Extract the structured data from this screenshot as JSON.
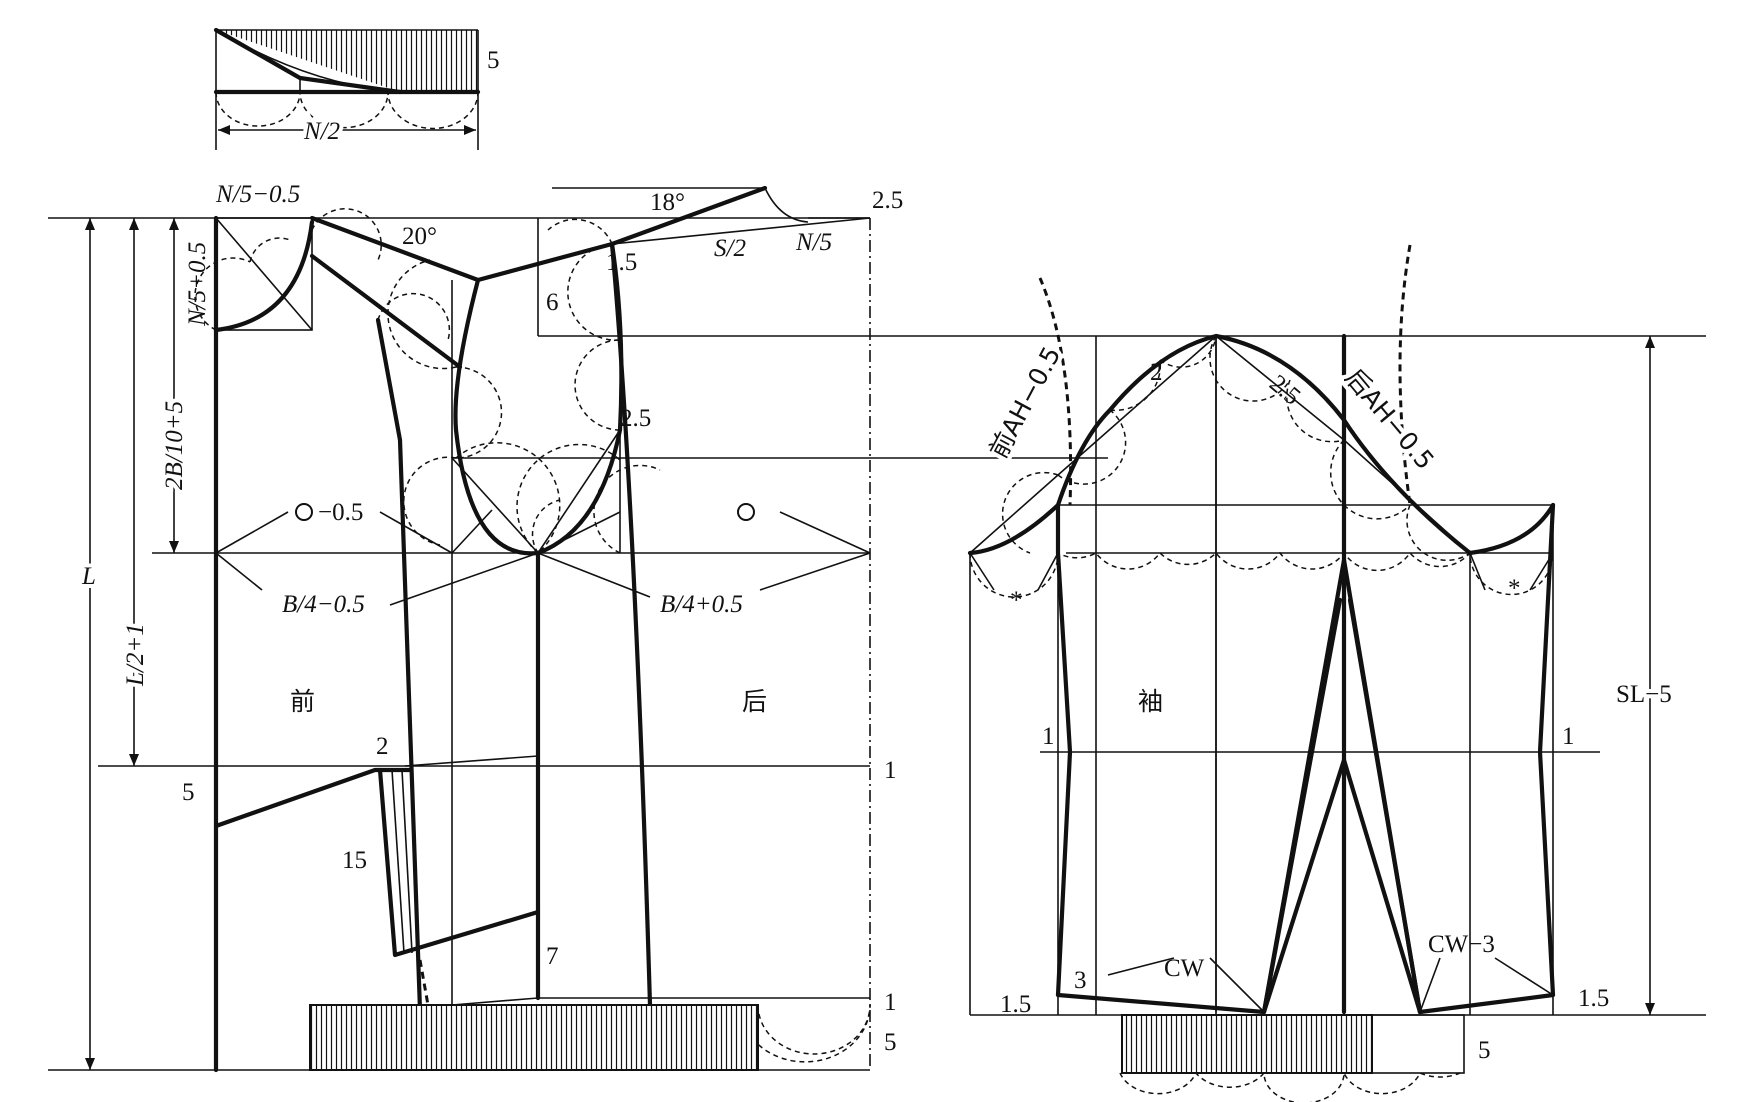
{
  "collar_top": {
    "n_half": "N/2",
    "height": "5"
  },
  "bodice": {
    "neck_width": "N/5−0.5",
    "front_neck_depth": "N/5+0.5",
    "armhole_depth": "2B/10+5",
    "waist_length": "L/2+1",
    "length": "L",
    "angle_front": "20°",
    "angle_back": "18°",
    "back_neck_rise": "2.5",
    "shoulder_half": "S/2",
    "back_neck_width": "N/5",
    "shoulder_ease": "1.5",
    "back_neck_level": "6",
    "armhole_point": "2.5",
    "front_adjust": "−0.5",
    "front_chest": "B/4−0.5",
    "back_chest": "B/4+0.5",
    "label_front": "前",
    "label_back": "后",
    "pocket_rise": "2",
    "hem_offset_front": "5",
    "pocket_width": "15",
    "waist_adjust": "1",
    "dart_length": "7",
    "hem_adjust": "1",
    "rib_height": "5"
  },
  "sleeve": {
    "front_armhole": "前AH−0.5",
    "back_armhole": "后AH−0.5",
    "cap_front": "2",
    "cap_back": "2.5",
    "label": "袖",
    "star": "*",
    "front_side": "1",
    "back_side": "1",
    "length": "SL−5",
    "cuff_offset_left": "1.5",
    "cuff_offset_right": "1.5",
    "cuff_step": "3",
    "cuff_width": "CW",
    "cuff_width_adj": "CW−3",
    "cuff_height": "5"
  }
}
